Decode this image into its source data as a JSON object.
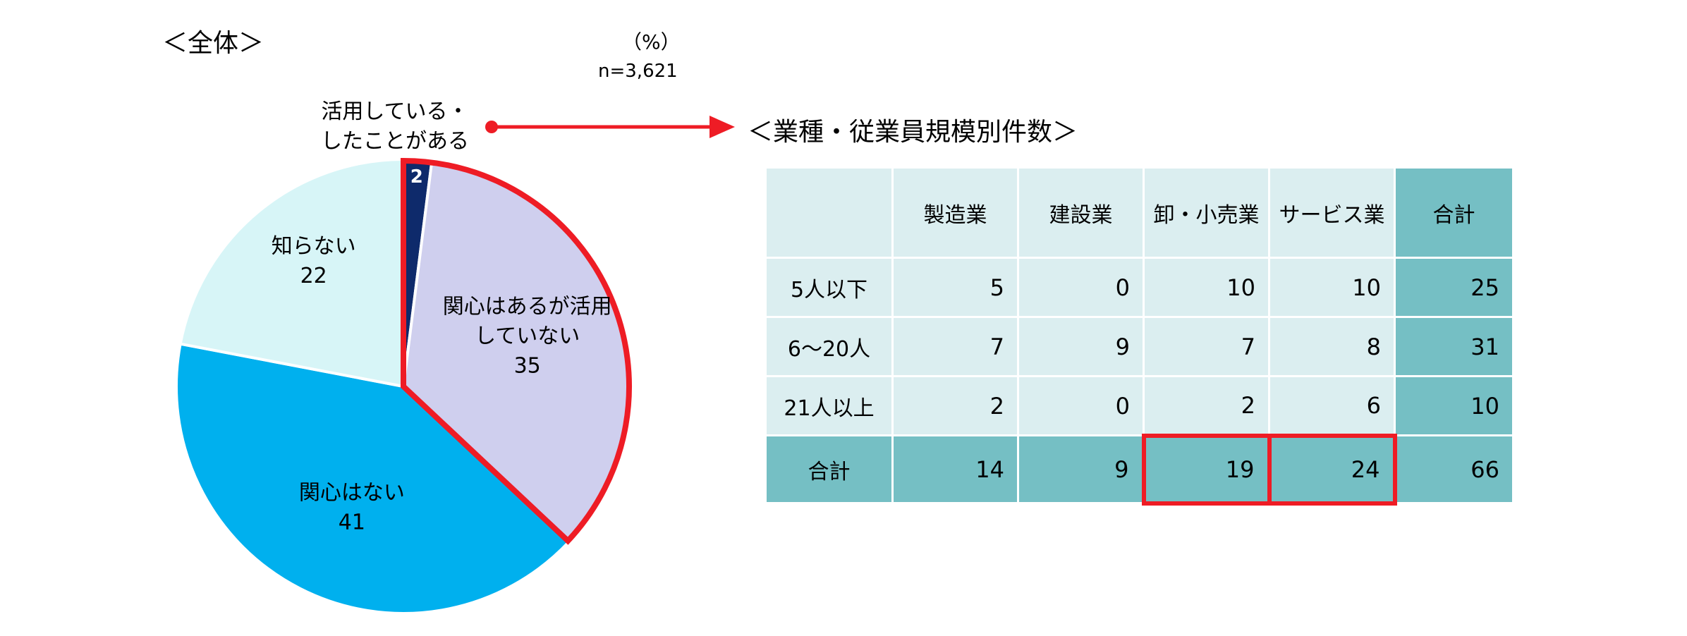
{
  "pie_title": "＜全体＞",
  "unit": "（%）",
  "sample_size": "n=3,621",
  "arrow_label": [
    "活用している・",
    "したことがある"
  ],
  "table_title": "＜業種・従業員規模別件数＞",
  "colors": {
    "using": "#0e2a6b",
    "interested": "#cfcfee",
    "not_interested": "#00b0ee",
    "unaware": "#d7f5f7",
    "highlight": "#ee1c25",
    "table_light": "#dbeef0",
    "table_dark": "#75bfc4"
  },
  "chart_data": [
    {
      "type": "pie",
      "title": "＜全体＞",
      "unit": "%",
      "n": "n=3,621",
      "start_angle_deg": 0,
      "direction": "clockwise",
      "slices": [
        {
          "label_lines": [],
          "value": 2,
          "value_label": "2",
          "color": "#0e2a6b",
          "highlight": true
        },
        {
          "label_lines": [
            "関心はあるが活用",
            "していない"
          ],
          "value": 35,
          "value_label": "35",
          "color": "#cfcfee",
          "highlight": true
        },
        {
          "label_lines": [
            "関心はない"
          ],
          "value": 41,
          "value_label": "41",
          "color": "#00b0ee",
          "highlight": false
        },
        {
          "label_lines": [
            "知らない"
          ],
          "value": 22,
          "value_label": "22",
          "color": "#d7f5f7",
          "highlight": false
        }
      ]
    },
    {
      "type": "table",
      "title": "＜業種・従業員規模別件数＞",
      "columns": [
        "",
        "製造業",
        "建設業",
        "卸・小売業",
        "サービス業",
        "合計"
      ],
      "rows": [
        {
          "label": "5人以下",
          "values": [
            "5",
            "0",
            "10",
            "10",
            "25"
          ]
        },
        {
          "label": "6～20人",
          "values": [
            "7",
            "9",
            "7",
            "8",
            "31"
          ]
        },
        {
          "label": "21人以上",
          "values": [
            "2",
            "0",
            "2",
            "6",
            "10"
          ]
        },
        {
          "label": "合計",
          "values": [
            "14",
            "9",
            "19",
            "24",
            "66"
          ]
        }
      ],
      "highlighted_cells": [
        {
          "row": 3,
          "col": 2
        },
        {
          "row": 3,
          "col": 3
        }
      ]
    }
  ]
}
